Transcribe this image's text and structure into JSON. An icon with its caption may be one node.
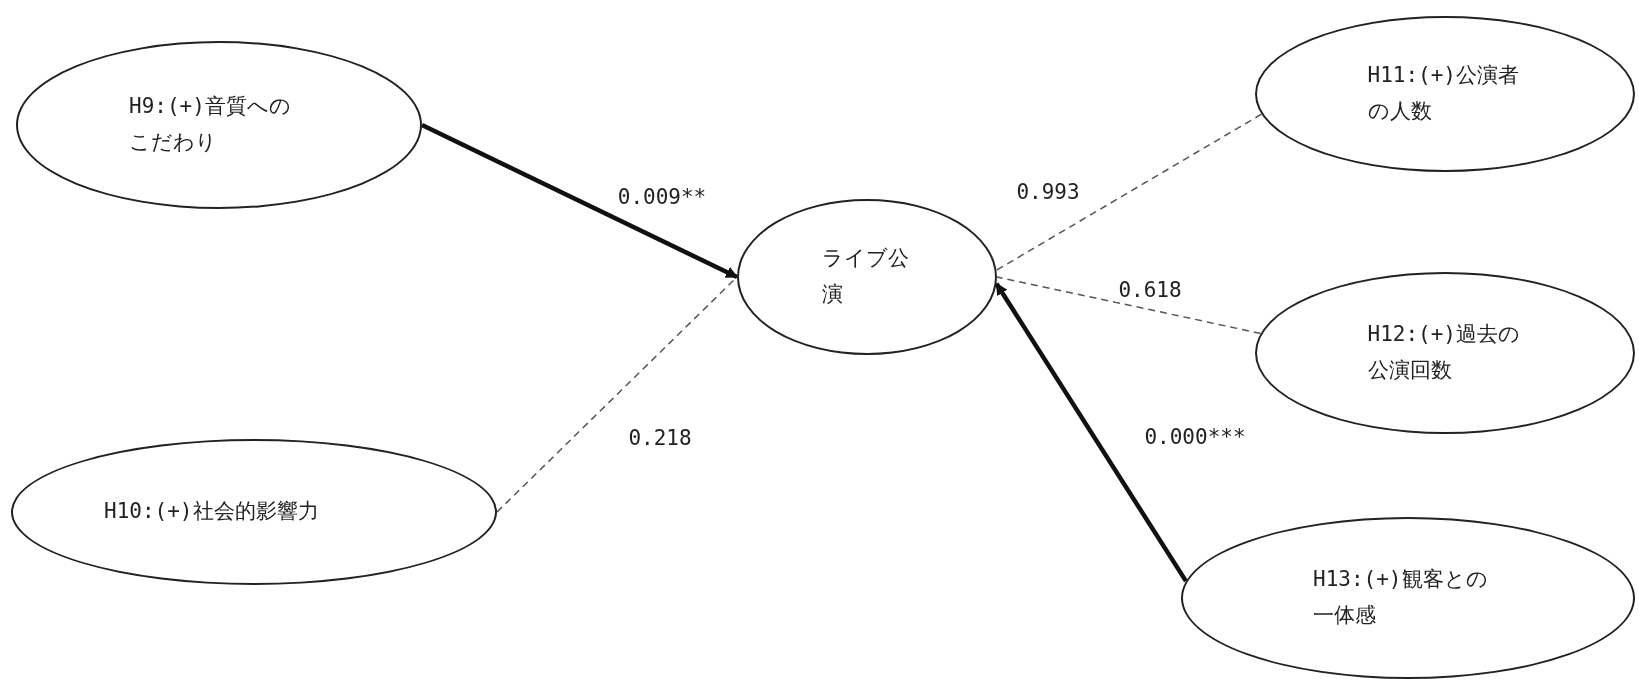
{
  "diagram": {
    "nodes": [
      {
        "text": [
          "H9:(+)音質へのこだわり"
        ]
      },
      {
        "text": [
          "H10:(+)社会的影響力"
        ]
      },
      {
        "text": [
          "ライブ公演"
        ]
      },
      {
        "text": [
          "H11:(+)公演者の人数"
        ]
      },
      {
        "text": [
          "H12:(+)過去の公演回数"
        ]
      },
      {
        "text": [
          "H13:(+)観客との一体感"
        ]
      }
    ],
    "edges": [
      {
        "from": 0,
        "to": 2,
        "arrow": "to",
        "label": "0.009**",
        "style": "thick"
      },
      {
        "from": 1,
        "to": 2,
        "arrow": "none",
        "label": "0.218",
        "style": "dashed"
      },
      {
        "from": 3,
        "to": 2,
        "arrow": "none",
        "label": "0.993",
        "style": "dashed"
      },
      {
        "from": 4,
        "to": 2,
        "arrow": "none",
        "label": "0.618",
        "style": "dashed"
      },
      {
        "from": 5,
        "to": 2,
        "arrow": "to",
        "label": "0.000***",
        "style": "thick"
      }
    ]
  }
}
